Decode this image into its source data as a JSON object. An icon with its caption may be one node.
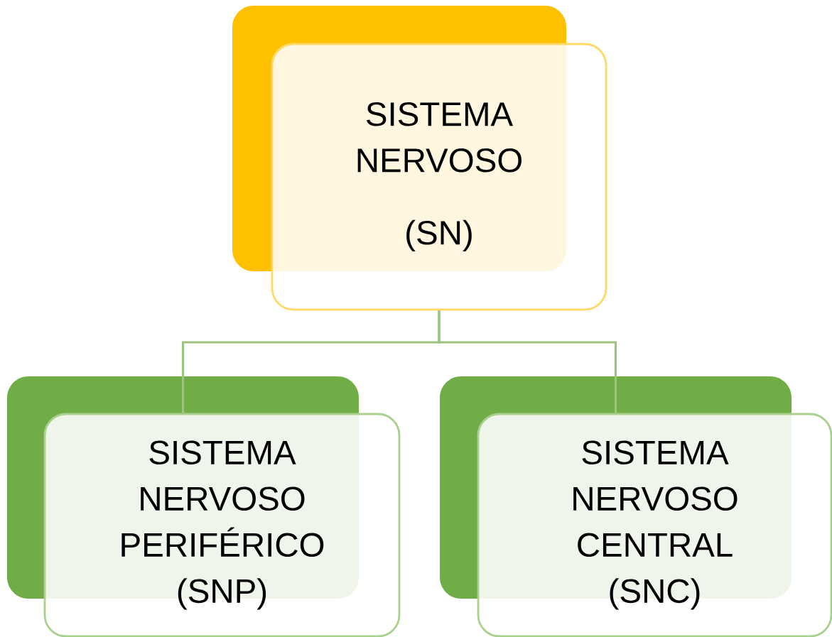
{
  "diagram": {
    "nodes": [
      {
        "text": [
          "SISTEMA NERVOSO",
          "(SN)"
        ]
      },
      {
        "text": [
          "SISTEMA NERVOSO PERIFÉRICO (SNP)"
        ]
      },
      {
        "text": [
          "SISTEMA NERVOSO CENTRAL (SNC)"
        ]
      }
    ],
    "edges": [
      {
        "from": 0,
        "to": 1,
        "arrow": "none"
      },
      {
        "from": 0,
        "to": 2,
        "arrow": "none"
      }
    ]
  }
}
